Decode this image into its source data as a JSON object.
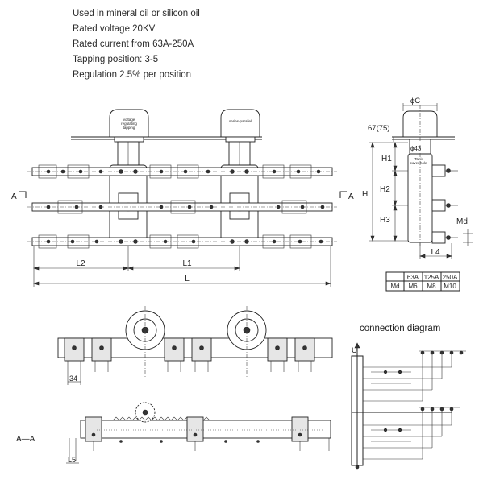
{
  "specs": [
    "Used in mineral oil or silicon oil",
    "Rated voltage 20KV",
    "Rated current from 63A-250A",
    "Tapping position: 3-5",
    "Regulation 2.5% per position"
  ],
  "front_view": {
    "cap_left": [
      "voltage",
      "regulating",
      "tapping"
    ],
    "cap_right": "series-parallel",
    "section_left": "A",
    "section_right": "A",
    "dims": {
      "l2": "L2",
      "l1": "L1",
      "l": "L"
    }
  },
  "side_view": {
    "phi_c": "ϕC",
    "top_dim": "67(75)",
    "phi43": "ϕ43",
    "note": [
      "Tank",
      "cover hole"
    ],
    "h1": "H1",
    "h2": "H2",
    "h3": "H3",
    "h": "H",
    "md": "Md",
    "l4": "L4"
  },
  "table": {
    "header": [
      "",
      "63A",
      "125A",
      "250A"
    ],
    "row": [
      "Md",
      "M6",
      "M8",
      "M10"
    ]
  },
  "top_view": {
    "dim34": "34"
  },
  "section_view": {
    "label": "A—A",
    "l5": "L5"
  },
  "connection": {
    "title": "connection diagram",
    "u_label": "U"
  },
  "colors": {
    "line": "#222222",
    "background": "#ffffff"
  }
}
